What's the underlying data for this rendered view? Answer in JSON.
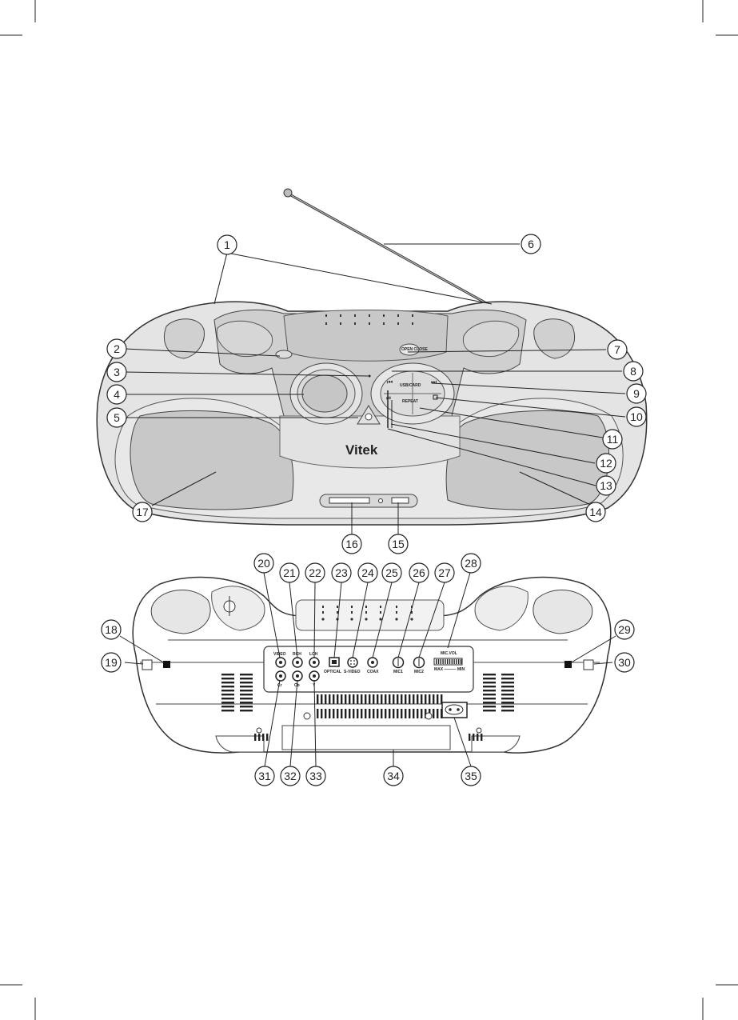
{
  "brand": "Vitek",
  "front_buttons": {
    "open_close": "OPEN CLOSE",
    "usb_card": "USB/CARD",
    "repeat": "REPEAT"
  },
  "rear_ports": {
    "video": "VIDEO",
    "rch": "RCH",
    "lch": "LCH",
    "optical": "OPTICAL",
    "s_video": "S-VIDEO",
    "coax": "COAX",
    "mic1": "MIC1",
    "mic2": "MIC2",
    "mic_vol": "MIC.VOL",
    "mic_vol_scale": "MAX ——— MIN",
    "cr": "Cr",
    "cb": "Cb",
    "y": "Y"
  },
  "callouts": [
    "1",
    "2",
    "3",
    "4",
    "5",
    "6",
    "7",
    "8",
    "9",
    "10",
    "11",
    "12",
    "13",
    "14",
    "15",
    "16",
    "17",
    "18",
    "19",
    "20",
    "21",
    "22",
    "23",
    "24",
    "25",
    "26",
    "27",
    "28",
    "29",
    "30",
    "31",
    "32",
    "33",
    "34",
    "35"
  ]
}
